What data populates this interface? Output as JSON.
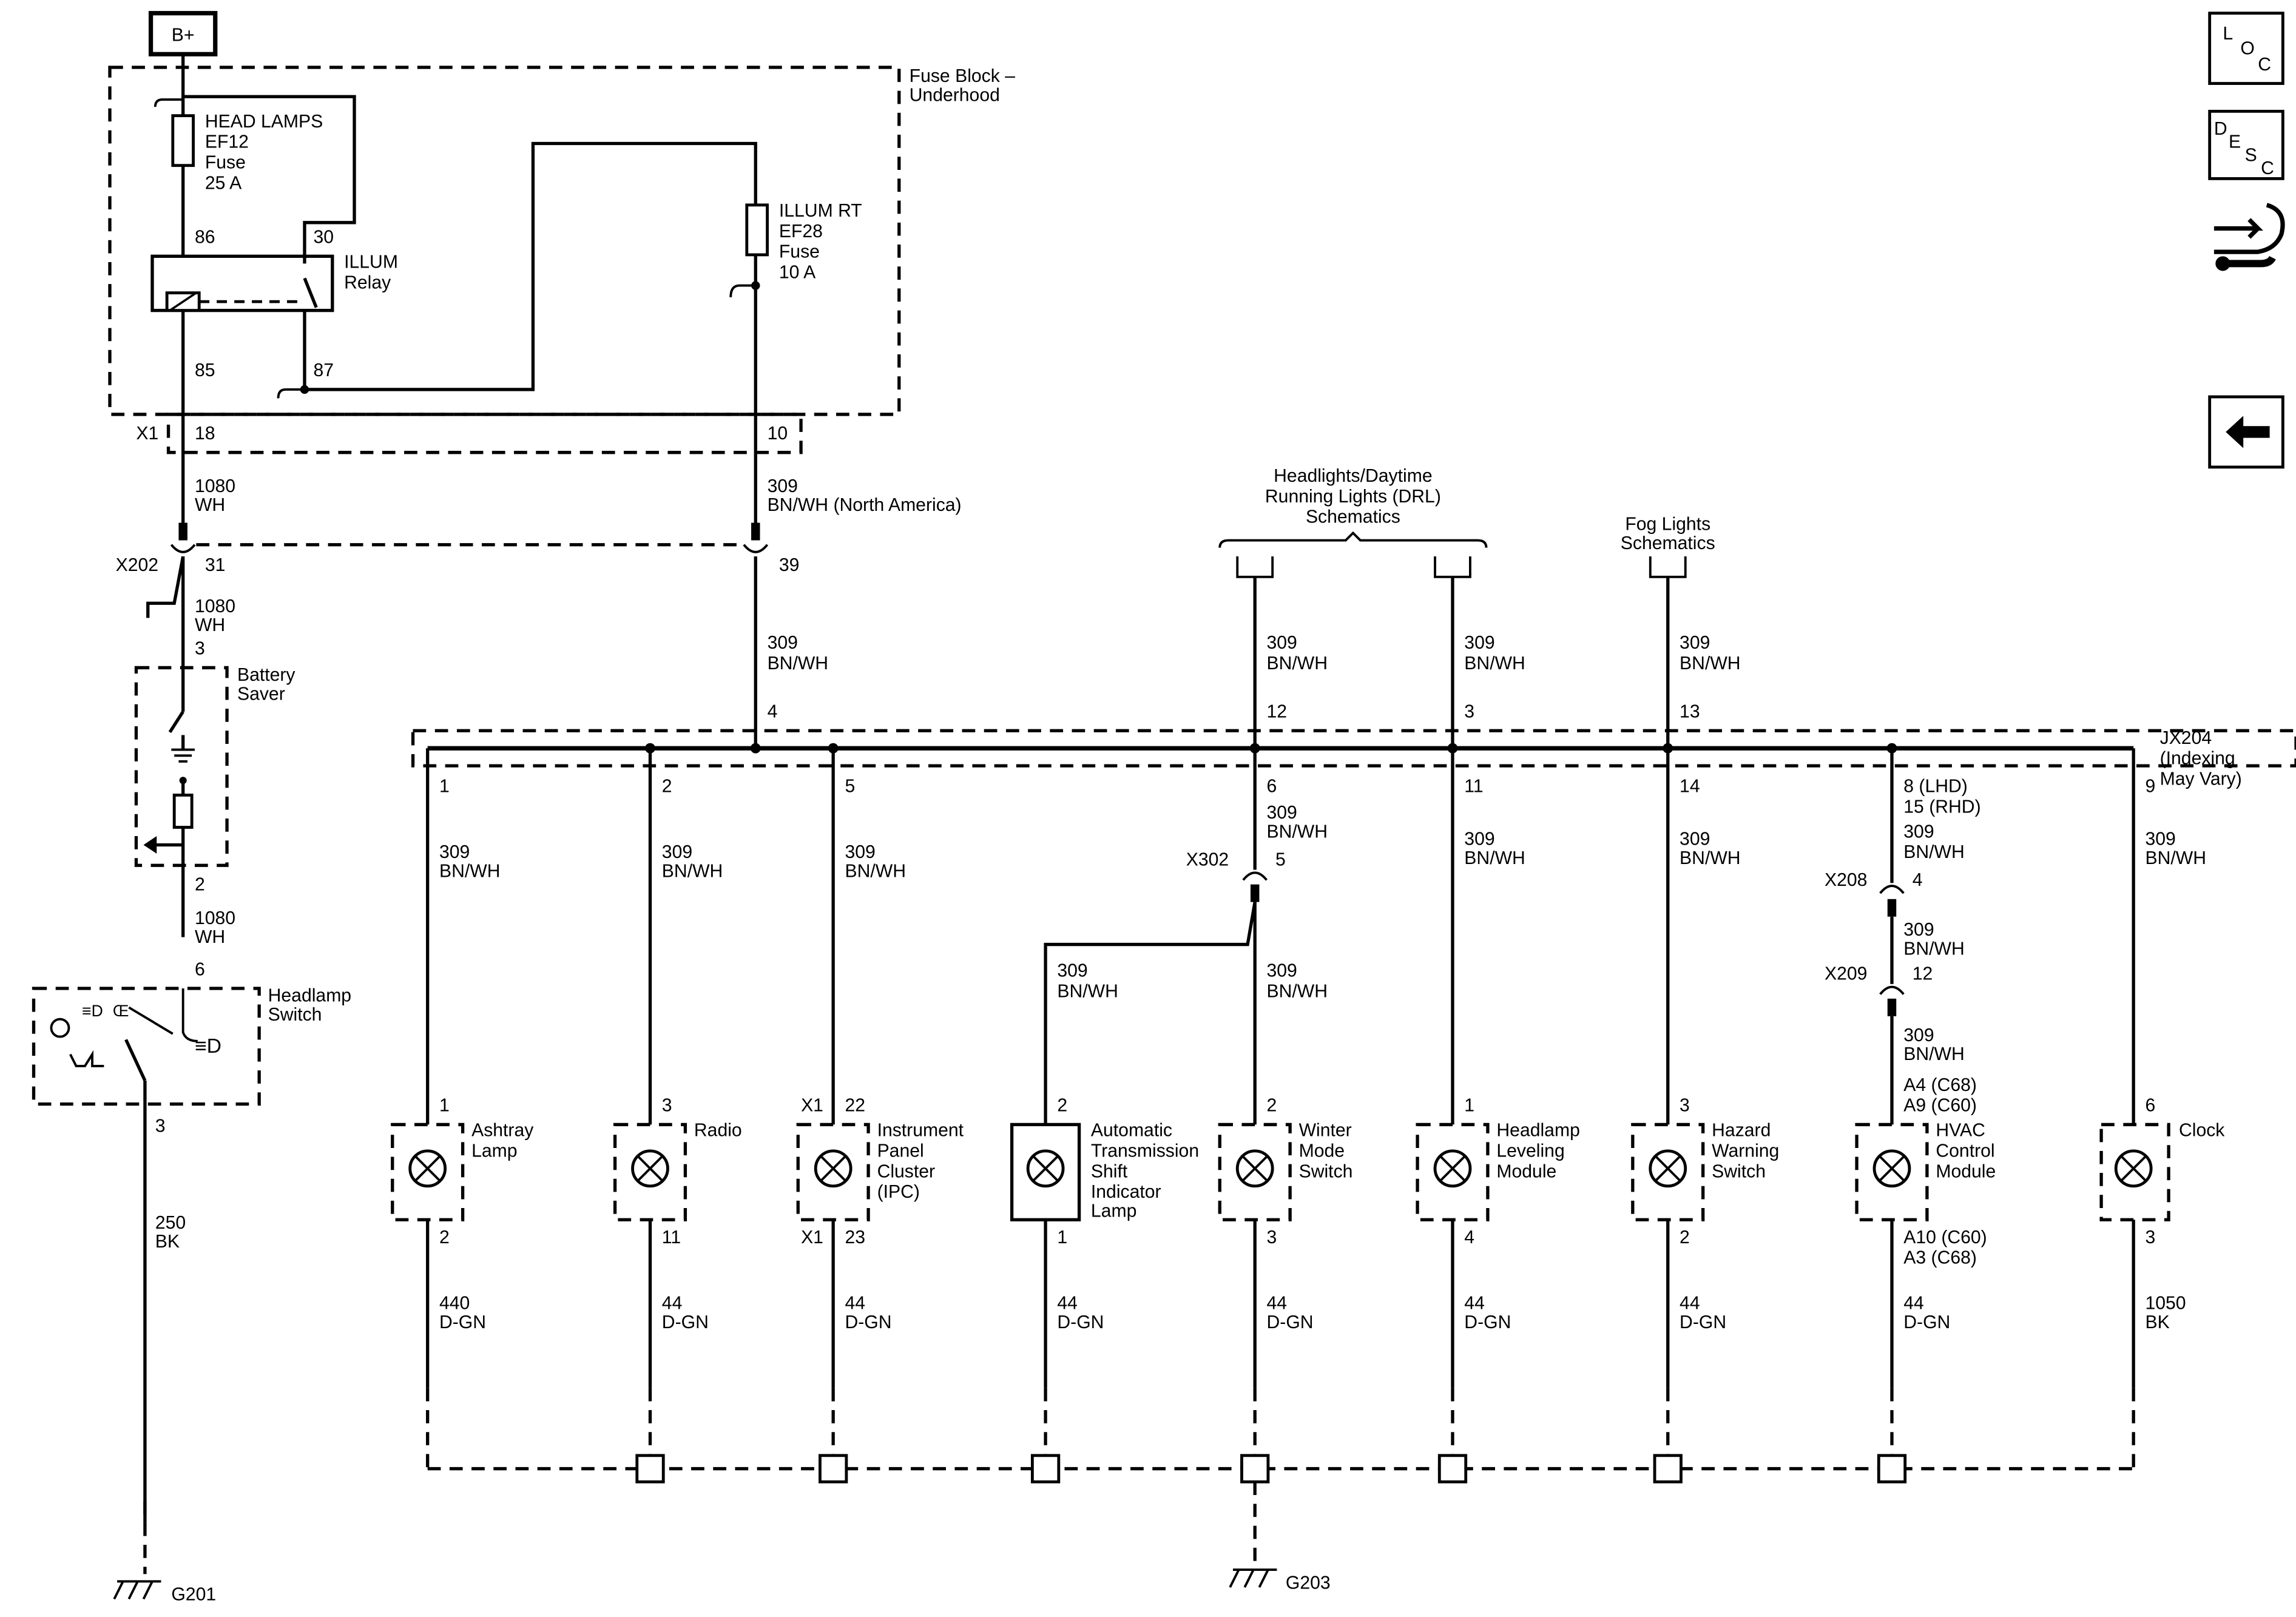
{
  "power": {
    "label": "B+"
  },
  "fuse_block": {
    "line1": "Fuse Block –",
    "line2": "Underhood"
  },
  "headlamps_fuse": {
    "l1": "HEAD LAMPS",
    "l2": "EF12",
    "l3": "Fuse",
    "l4": "25 A"
  },
  "illum_rt_fuse": {
    "l1": "ILLUM RT",
    "l2": "EF28",
    "l3": "Fuse",
    "l4": "10 A"
  },
  "relay": {
    "l1": "ILLUM",
    "l2": "Relay",
    "pin86": "86",
    "pin30": "30",
    "pin85": "85",
    "pin87": "87"
  },
  "x1": {
    "name": "X1",
    "pin_a": "18",
    "pin_b": "10"
  },
  "wire_1080_top": {
    "circuit": "1080",
    "color": "WH"
  },
  "wire_309_na": {
    "circuit": "309",
    "color": "BN/WH (North America)"
  },
  "x202": {
    "name": "X202",
    "pin_a": "31",
    "pin_b": "39"
  },
  "wire_1080_mid": {
    "circuit": "1080",
    "color": "WH"
  },
  "battery_saver": {
    "l1": "Battery",
    "l2": "Saver",
    "pin_top": "3",
    "pin_bottom": "2"
  },
  "wire_1080_low": {
    "circuit": "1080",
    "color": "WH"
  },
  "headlamp_switch": {
    "l1": "Headlamp",
    "l2": "Switch",
    "pin_top": "6",
    "pin_bottom": "3"
  },
  "wire_250": {
    "circuit": "250",
    "color": "BK"
  },
  "ground_g201": "G201",
  "ground_g203": "G203",
  "drl_ref": {
    "l1": "Headlights/Daytime",
    "l2": "Running Lights (DRL)",
    "l3": "Schematics"
  },
  "fog_ref": {
    "l1": "Fog Lights",
    "l2": "Schematics"
  },
  "wire_309_feed": {
    "circuit": "309",
    "color": "BN/WH",
    "pin": "4"
  },
  "wire_309_drl1": {
    "circuit": "309",
    "color": "BN/WH",
    "pin": "12"
  },
  "wire_309_drl2": {
    "circuit": "309",
    "color": "BN/WH",
    "pin": "3"
  },
  "wire_309_fog": {
    "circuit": "309",
    "color": "BN/WH",
    "pin": "13"
  },
  "jx204": {
    "l1": "JX204",
    "l2": "(Indexing",
    "l3": "May Vary)"
  },
  "x302": {
    "name": "X302",
    "pin": "5"
  },
  "x208": {
    "name": "X208",
    "pin": "4"
  },
  "x209": {
    "name": "X209",
    "pin": "12"
  },
  "branches": [
    {
      "name": "Ashtray Lamp",
      "lines": [
        "Ashtray",
        "Lamp"
      ],
      "jx_pin": "1",
      "circuit": "309",
      "color": "BN/WH",
      "pin_in": "1",
      "pin_out": "2",
      "gnd_circuit": "440",
      "gnd_color": "D-GN"
    },
    {
      "name": "Radio",
      "lines": [
        "Radio"
      ],
      "jx_pin": "2",
      "circuit": "309",
      "color": "BN/WH",
      "pin_in": "3",
      "pin_out": "11",
      "gnd_circuit": "44",
      "gnd_color": "D-GN"
    },
    {
      "name": "Instrument Panel Cluster (IPC)",
      "lines": [
        "Instrument",
        "Panel",
        "Cluster",
        "(IPC)"
      ],
      "jx_pin": "5",
      "circuit": "309",
      "color": "BN/WH",
      "pin_in_conn": "X1",
      "pin_in": "22",
      "pin_out_conn": "X1",
      "pin_out": "23",
      "gnd_circuit": "44",
      "gnd_color": "D-GN"
    },
    {
      "name": "Automatic Transmission Shift Indicator Lamp",
      "lines": [
        "Automatic",
        "Transmission",
        "Shift",
        "Indicator",
        "Lamp"
      ],
      "circuit": "309",
      "color": "BN/WH",
      "pin_in": "2",
      "pin_out": "1",
      "gnd_circuit": "44",
      "gnd_color": "D-GN"
    },
    {
      "name": "Winter Mode Switch",
      "lines": [
        "Winter",
        "Mode",
        "Switch"
      ],
      "jx_pin": "6",
      "circuit": "309",
      "color": "BN/WH",
      "circuit2": "309",
      "color2": "BN/WH",
      "pin_in": "2",
      "pin_out": "3",
      "gnd_circuit": "44",
      "gnd_color": "D-GN"
    },
    {
      "name": "Headlamp Leveling Module",
      "lines": [
        "Headlamp",
        "Leveling",
        "Module"
      ],
      "jx_pin": "11",
      "circuit": "309",
      "color": "BN/WH",
      "pin_in": "1",
      "pin_out": "4",
      "gnd_circuit": "44",
      "gnd_color": "D-GN"
    },
    {
      "name": "Hazard Warning Switch",
      "lines": [
        "Hazard",
        "Warning",
        "Switch"
      ],
      "jx_pin": "14",
      "circuit": "309",
      "color": "BN/WH",
      "pin_in": "3",
      "pin_out": "2",
      "gnd_circuit": "44",
      "gnd_color": "D-GN"
    },
    {
      "name": "HVAC Control Module",
      "lines": [
        "HVAC",
        "Control",
        "Module"
      ],
      "jx_pin": "8 (LHD)",
      "jx_pin2": "15 (RHD)",
      "circuit": "309",
      "color": "BN/WH",
      "circuit2": "309",
      "color2": "BN/WH",
      "circuit3": "309",
      "color3": "BN/WH",
      "pin_in": "A4 (C68)",
      "pin_in2": "A9 (C60)",
      "pin_out": "A10 (C60)",
      "pin_out2": "A3 (C68)",
      "gnd_circuit": "44",
      "gnd_color": "D-GN"
    },
    {
      "name": "Clock",
      "lines": [
        "Clock"
      ],
      "jx_pin": "9",
      "circuit": "309",
      "color": "BN/WH",
      "pin_in": "6",
      "pin_out": "3",
      "gnd_circuit": "1050",
      "gnd_color": "BK"
    }
  ],
  "nav": {
    "loc": {
      "l1": "L",
      "l2": "O",
      "l3": "C"
    },
    "desc": {
      "l1": "D",
      "l2": "E",
      "l3": "S",
      "l4": "C"
    },
    "connector_icon": "connector-wrench-icon",
    "back_icon": "back-arrow-icon"
  }
}
